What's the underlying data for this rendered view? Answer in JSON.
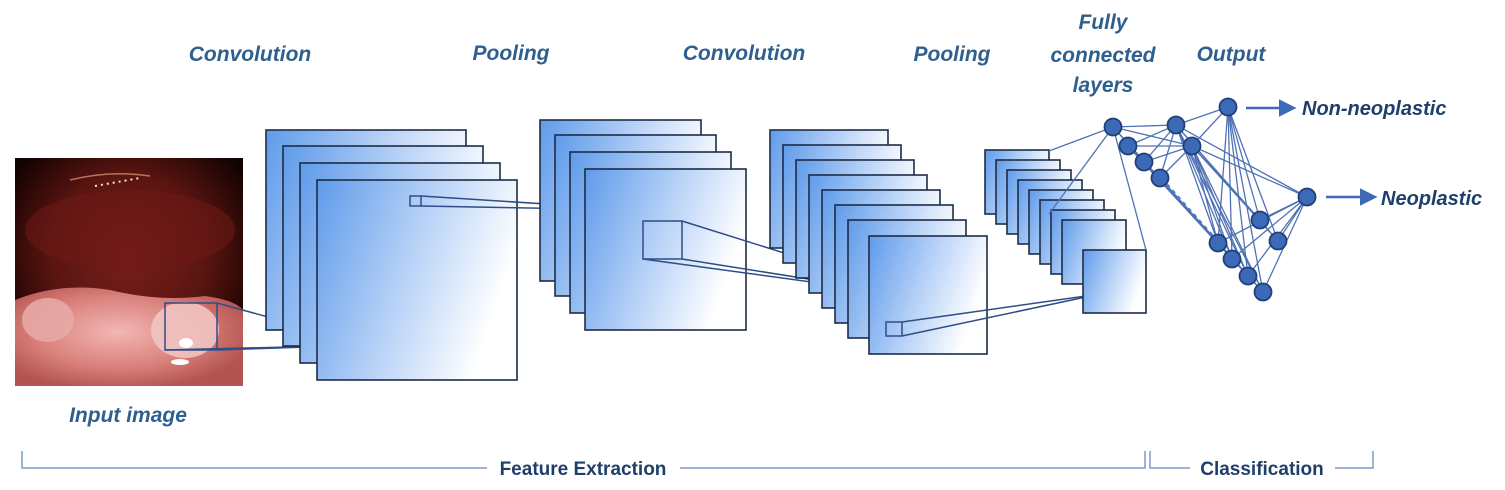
{
  "labels": {
    "convolution_1": "Convolution",
    "pooling_1": "Pooling",
    "convolution_2": "Convolution",
    "pooling_2": "Pooling",
    "fully_connected_line1": "Fully",
    "fully_connected_line2": "connected",
    "fully_connected_line3": "layers",
    "output": "Output",
    "input_image": "Input image"
  },
  "classes": {
    "non_neoplastic": "Non-neoplastic",
    "neoplastic": "Neoplastic"
  },
  "brackets": {
    "feature_extraction": "Feature Extraction",
    "classification": "Classification"
  },
  "colors": {
    "label_blue": "#2e5f8e",
    "dark_label": "#1f3f6b",
    "node_fill": "#3d6ab7",
    "connection": "#4f72b5",
    "map_gradient_start": "#5f9bea",
    "map_gradient_end": "#ffffff"
  }
}
